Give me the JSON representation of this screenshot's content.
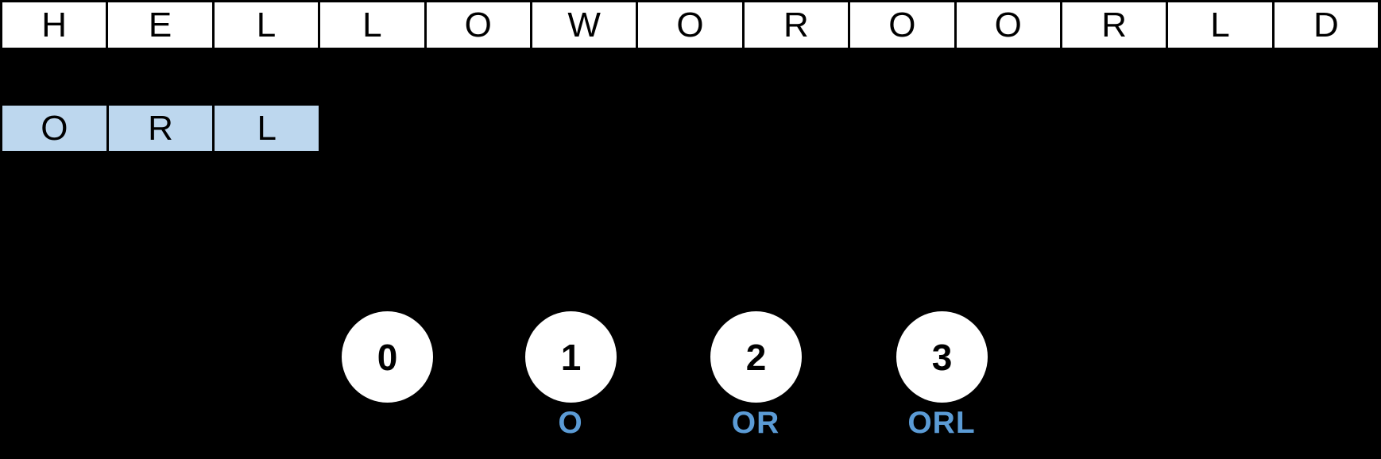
{
  "colors": {
    "background": "#000000",
    "cell-fill": "#ffffff",
    "cell-border": "#000000",
    "pattern-fill": "#BDD7EE",
    "label-blue": "#5B9BD5",
    "letter": "#000000"
  },
  "string_row": {
    "cells": [
      "H",
      "E",
      "L",
      "L",
      "O",
      "W",
      "O",
      "R",
      "O",
      "O",
      "R",
      "L",
      "D"
    ]
  },
  "pattern_row": {
    "cells": [
      "O",
      "R",
      "L"
    ]
  },
  "automaton": {
    "states": [
      {
        "id": "0",
        "label": ""
      },
      {
        "id": "1",
        "label": "O"
      },
      {
        "id": "2",
        "label": "OR"
      },
      {
        "id": "3",
        "label": "ORL"
      }
    ]
  }
}
